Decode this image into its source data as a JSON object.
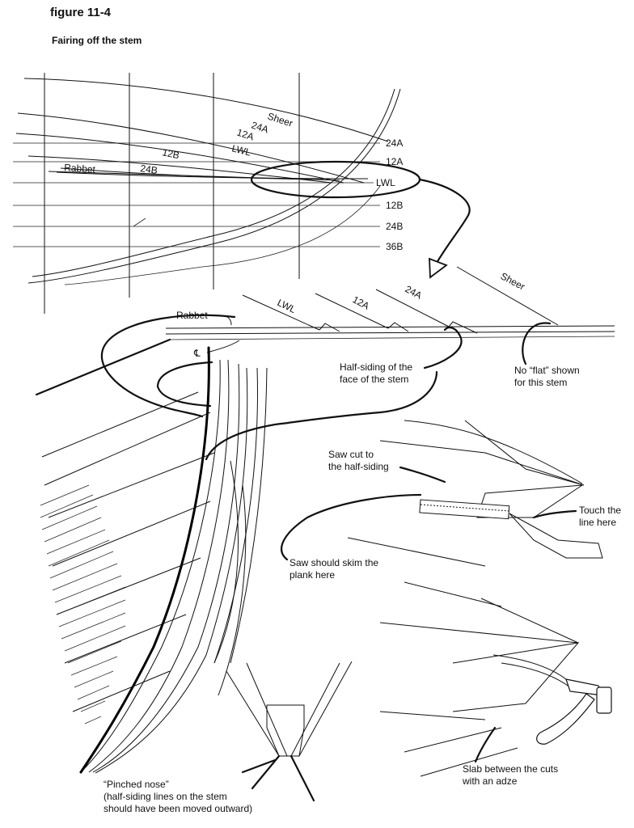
{
  "figure": {
    "number": "figure 11-4",
    "title": "Fairing off the stem"
  },
  "lines_plan": {
    "curve_labels": [
      "Sheer",
      "24A",
      "12A",
      "LWL",
      "12B",
      "24B",
      "Rabbet"
    ],
    "waterline_labels": [
      "24A",
      "12A",
      "LWL",
      "12B",
      "24B",
      "36B"
    ]
  },
  "stem_detail": {
    "labels": {
      "sheer": "Sheer",
      "label_24a": "24A",
      "label_12a": "12A",
      "lwl": "LWL",
      "rabbet": "Rabbet",
      "centerline": "℄"
    },
    "callouts": {
      "half_siding": [
        "Half-siding of the",
        "face of the stem"
      ],
      "no_flat": [
        "No “flat” shown",
        "for this stem"
      ]
    }
  },
  "saw_detail": {
    "saw_cut": [
      "Saw cut to",
      "the half-siding"
    ],
    "touch_line": [
      "Touch the",
      "line here"
    ],
    "saw_skim": [
      "Saw should skim the",
      "plank here"
    ]
  },
  "adze_detail": {
    "slab": [
      "Slab between the cuts",
      "with an adze"
    ]
  },
  "pinched_nose": {
    "lines": [
      "“Pinched nose”",
      "(half-siding lines on the stem",
      "should have been moved outward)"
    ]
  }
}
